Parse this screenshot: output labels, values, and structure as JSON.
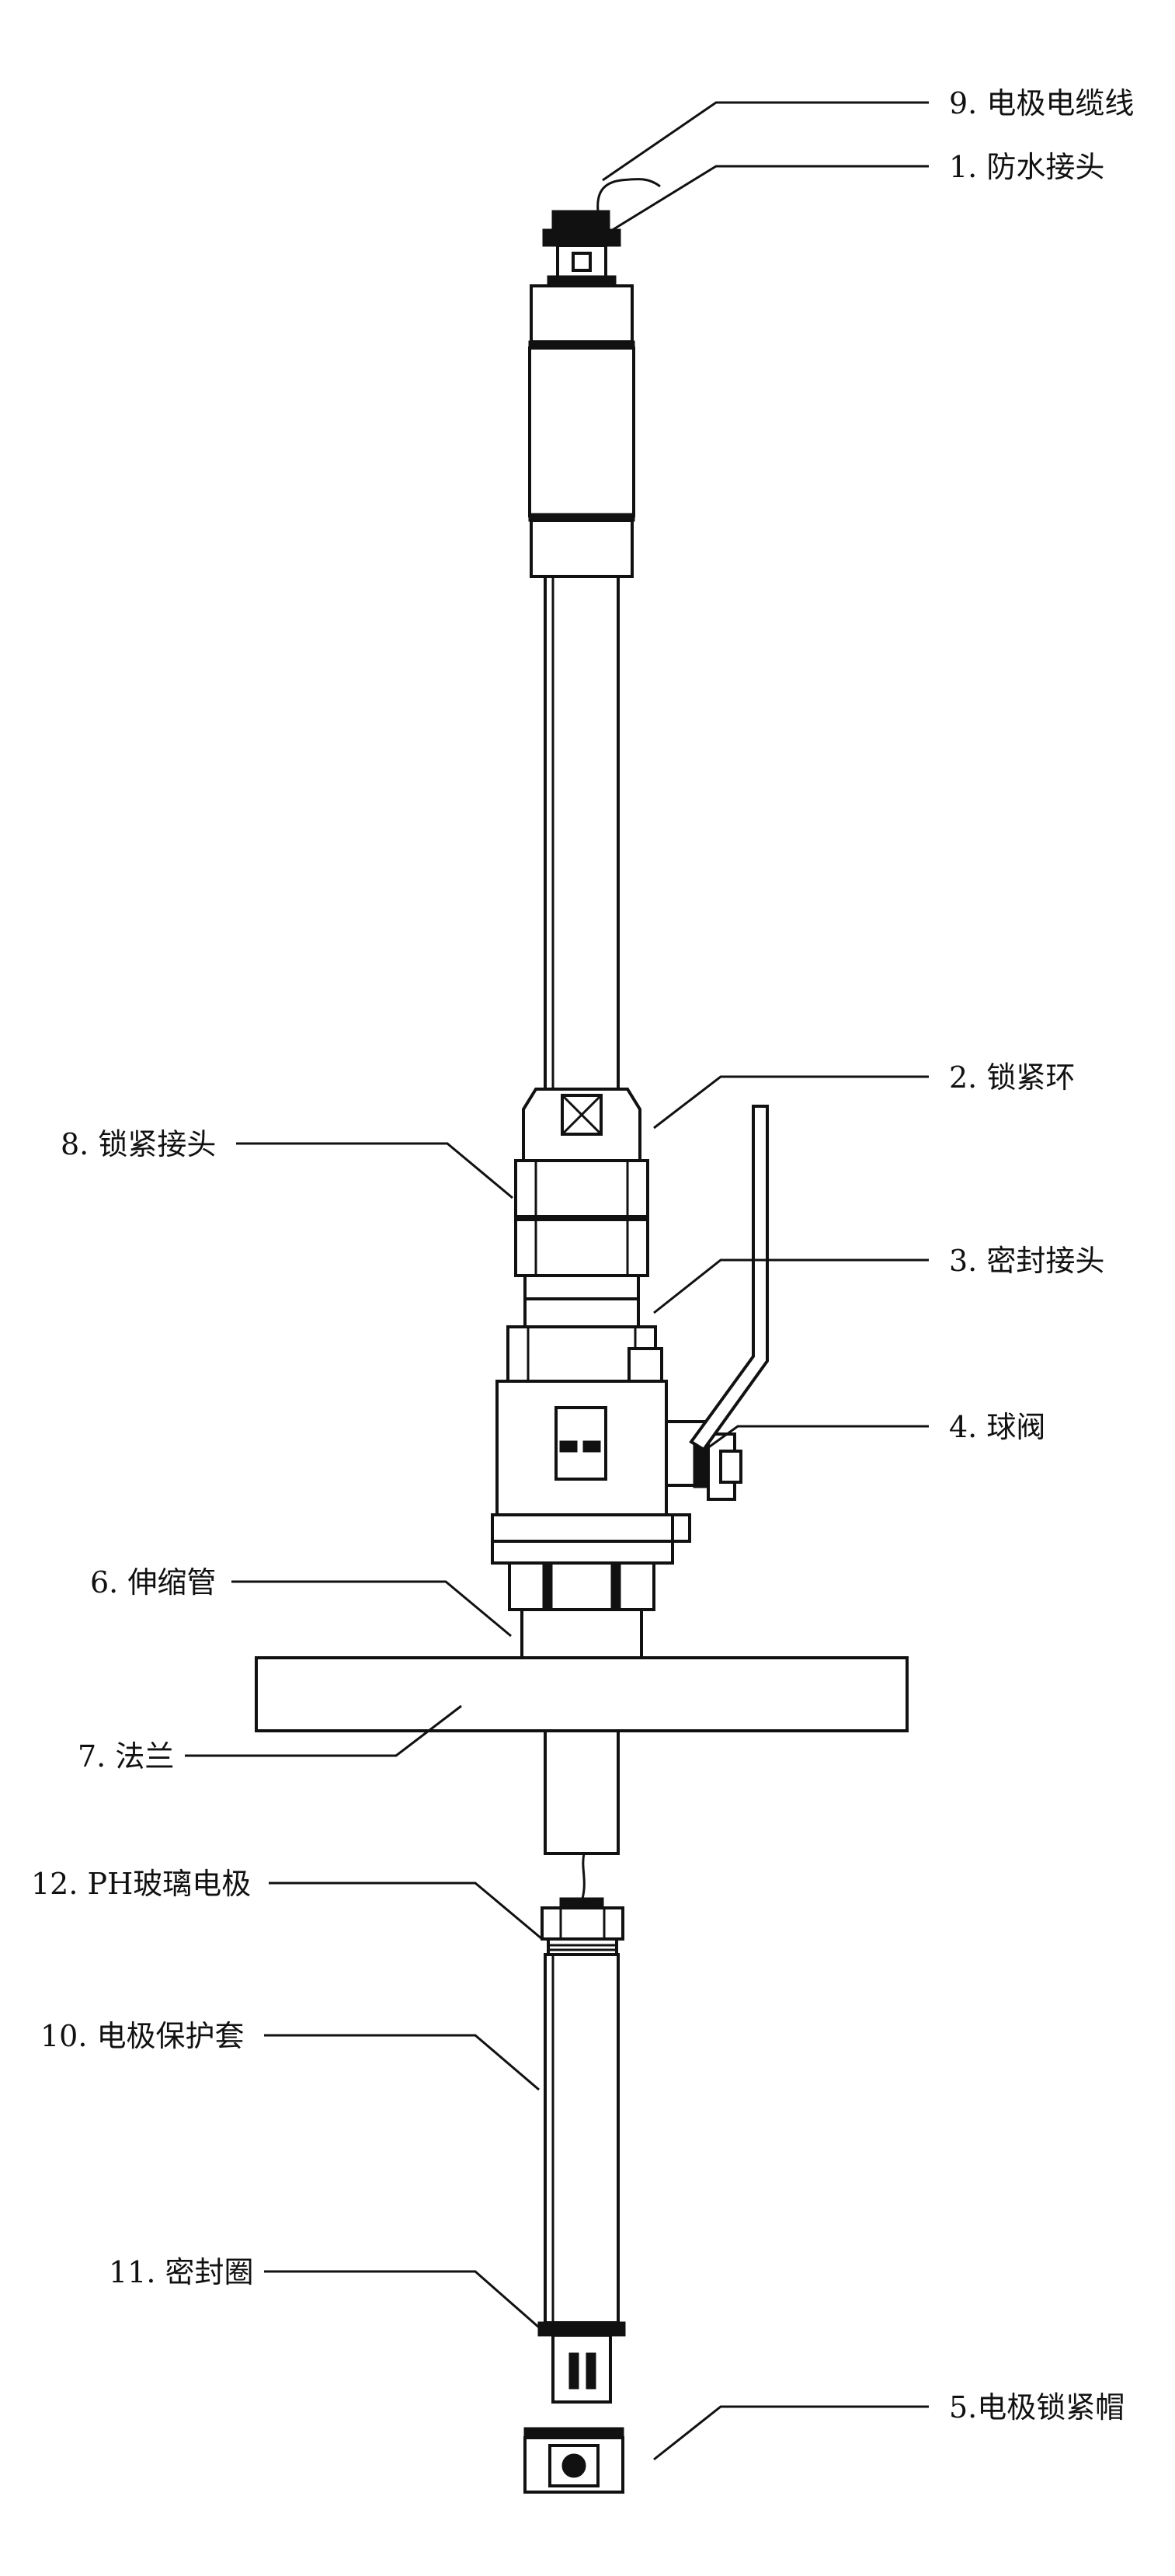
{
  "labels": {
    "cable": "9. 电极电缆线",
    "waterproof_connector": "1. 防水接头",
    "lock_ring": "2. 锁紧环",
    "lock_connector": "8. 锁紧接头",
    "seal_connector": "3. 密封接头",
    "ball_valve": "4. 球阀",
    "telescopic_tube": "6. 伸缩管",
    "flange": "7. 法兰",
    "ph_electrode": "12. PH玻璃电极",
    "electrode_sleeve": "10. 电极保护套",
    "seal_ring": "11. 密封圈",
    "lock_cap": "5.电极锁紧帽"
  }
}
